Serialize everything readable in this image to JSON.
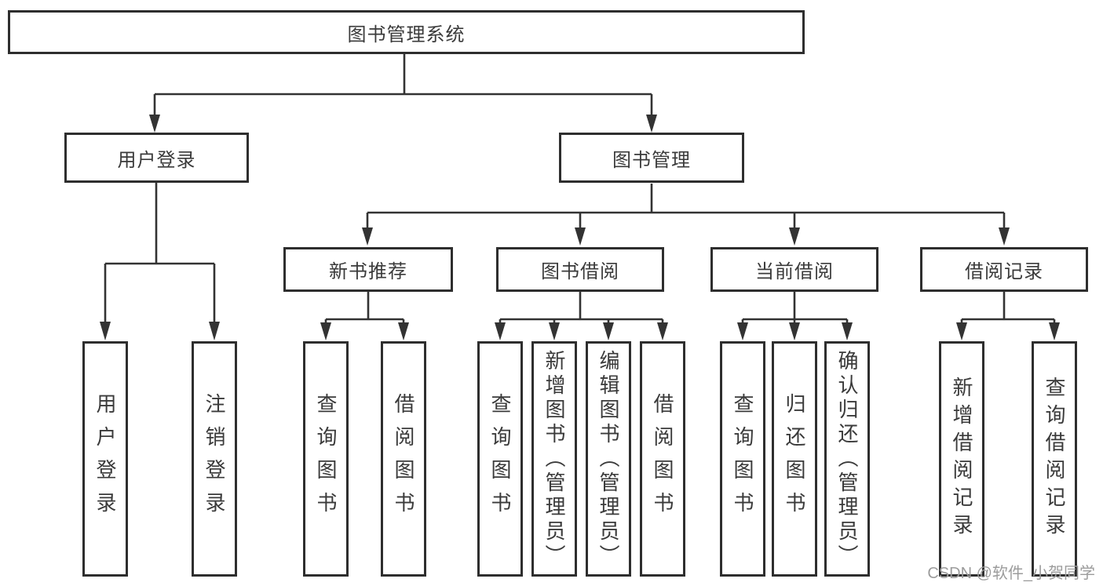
{
  "diagram_type": "hierarchy",
  "watermark": "CSDN @软件_小贺同学",
  "colors": {
    "background": "#ffffff",
    "box_border": "#2e2e2e",
    "line": "#333333",
    "text": "#3a3a3a",
    "watermark": "#9c9c9c"
  },
  "tree": {
    "label": "图书管理系统",
    "children": [
      {
        "label": "用户登录",
        "children": [
          {
            "label": "用户登录"
          },
          {
            "label": "注销登录"
          }
        ]
      },
      {
        "label": "图书管理",
        "children": [
          {
            "label": "新书推荐",
            "children": [
              {
                "label": "查询图书"
              },
              {
                "label": "借阅图书"
              }
            ]
          },
          {
            "label": "图书借阅",
            "children": [
              {
                "label": "查询图书"
              },
              {
                "label": "新增图书（管理员）"
              },
              {
                "label": "编辑图书（管理员）"
              },
              {
                "label": "借阅图书"
              }
            ]
          },
          {
            "label": "当前借阅",
            "children": [
              {
                "label": "查询图书"
              },
              {
                "label": "归还图书"
              },
              {
                "label": "确认归还（管理员）"
              }
            ]
          },
          {
            "label": "借阅记录",
            "children": [
              {
                "label": "新增借阅记录"
              },
              {
                "label": "查询借阅记录"
              }
            ]
          }
        ]
      }
    ]
  }
}
